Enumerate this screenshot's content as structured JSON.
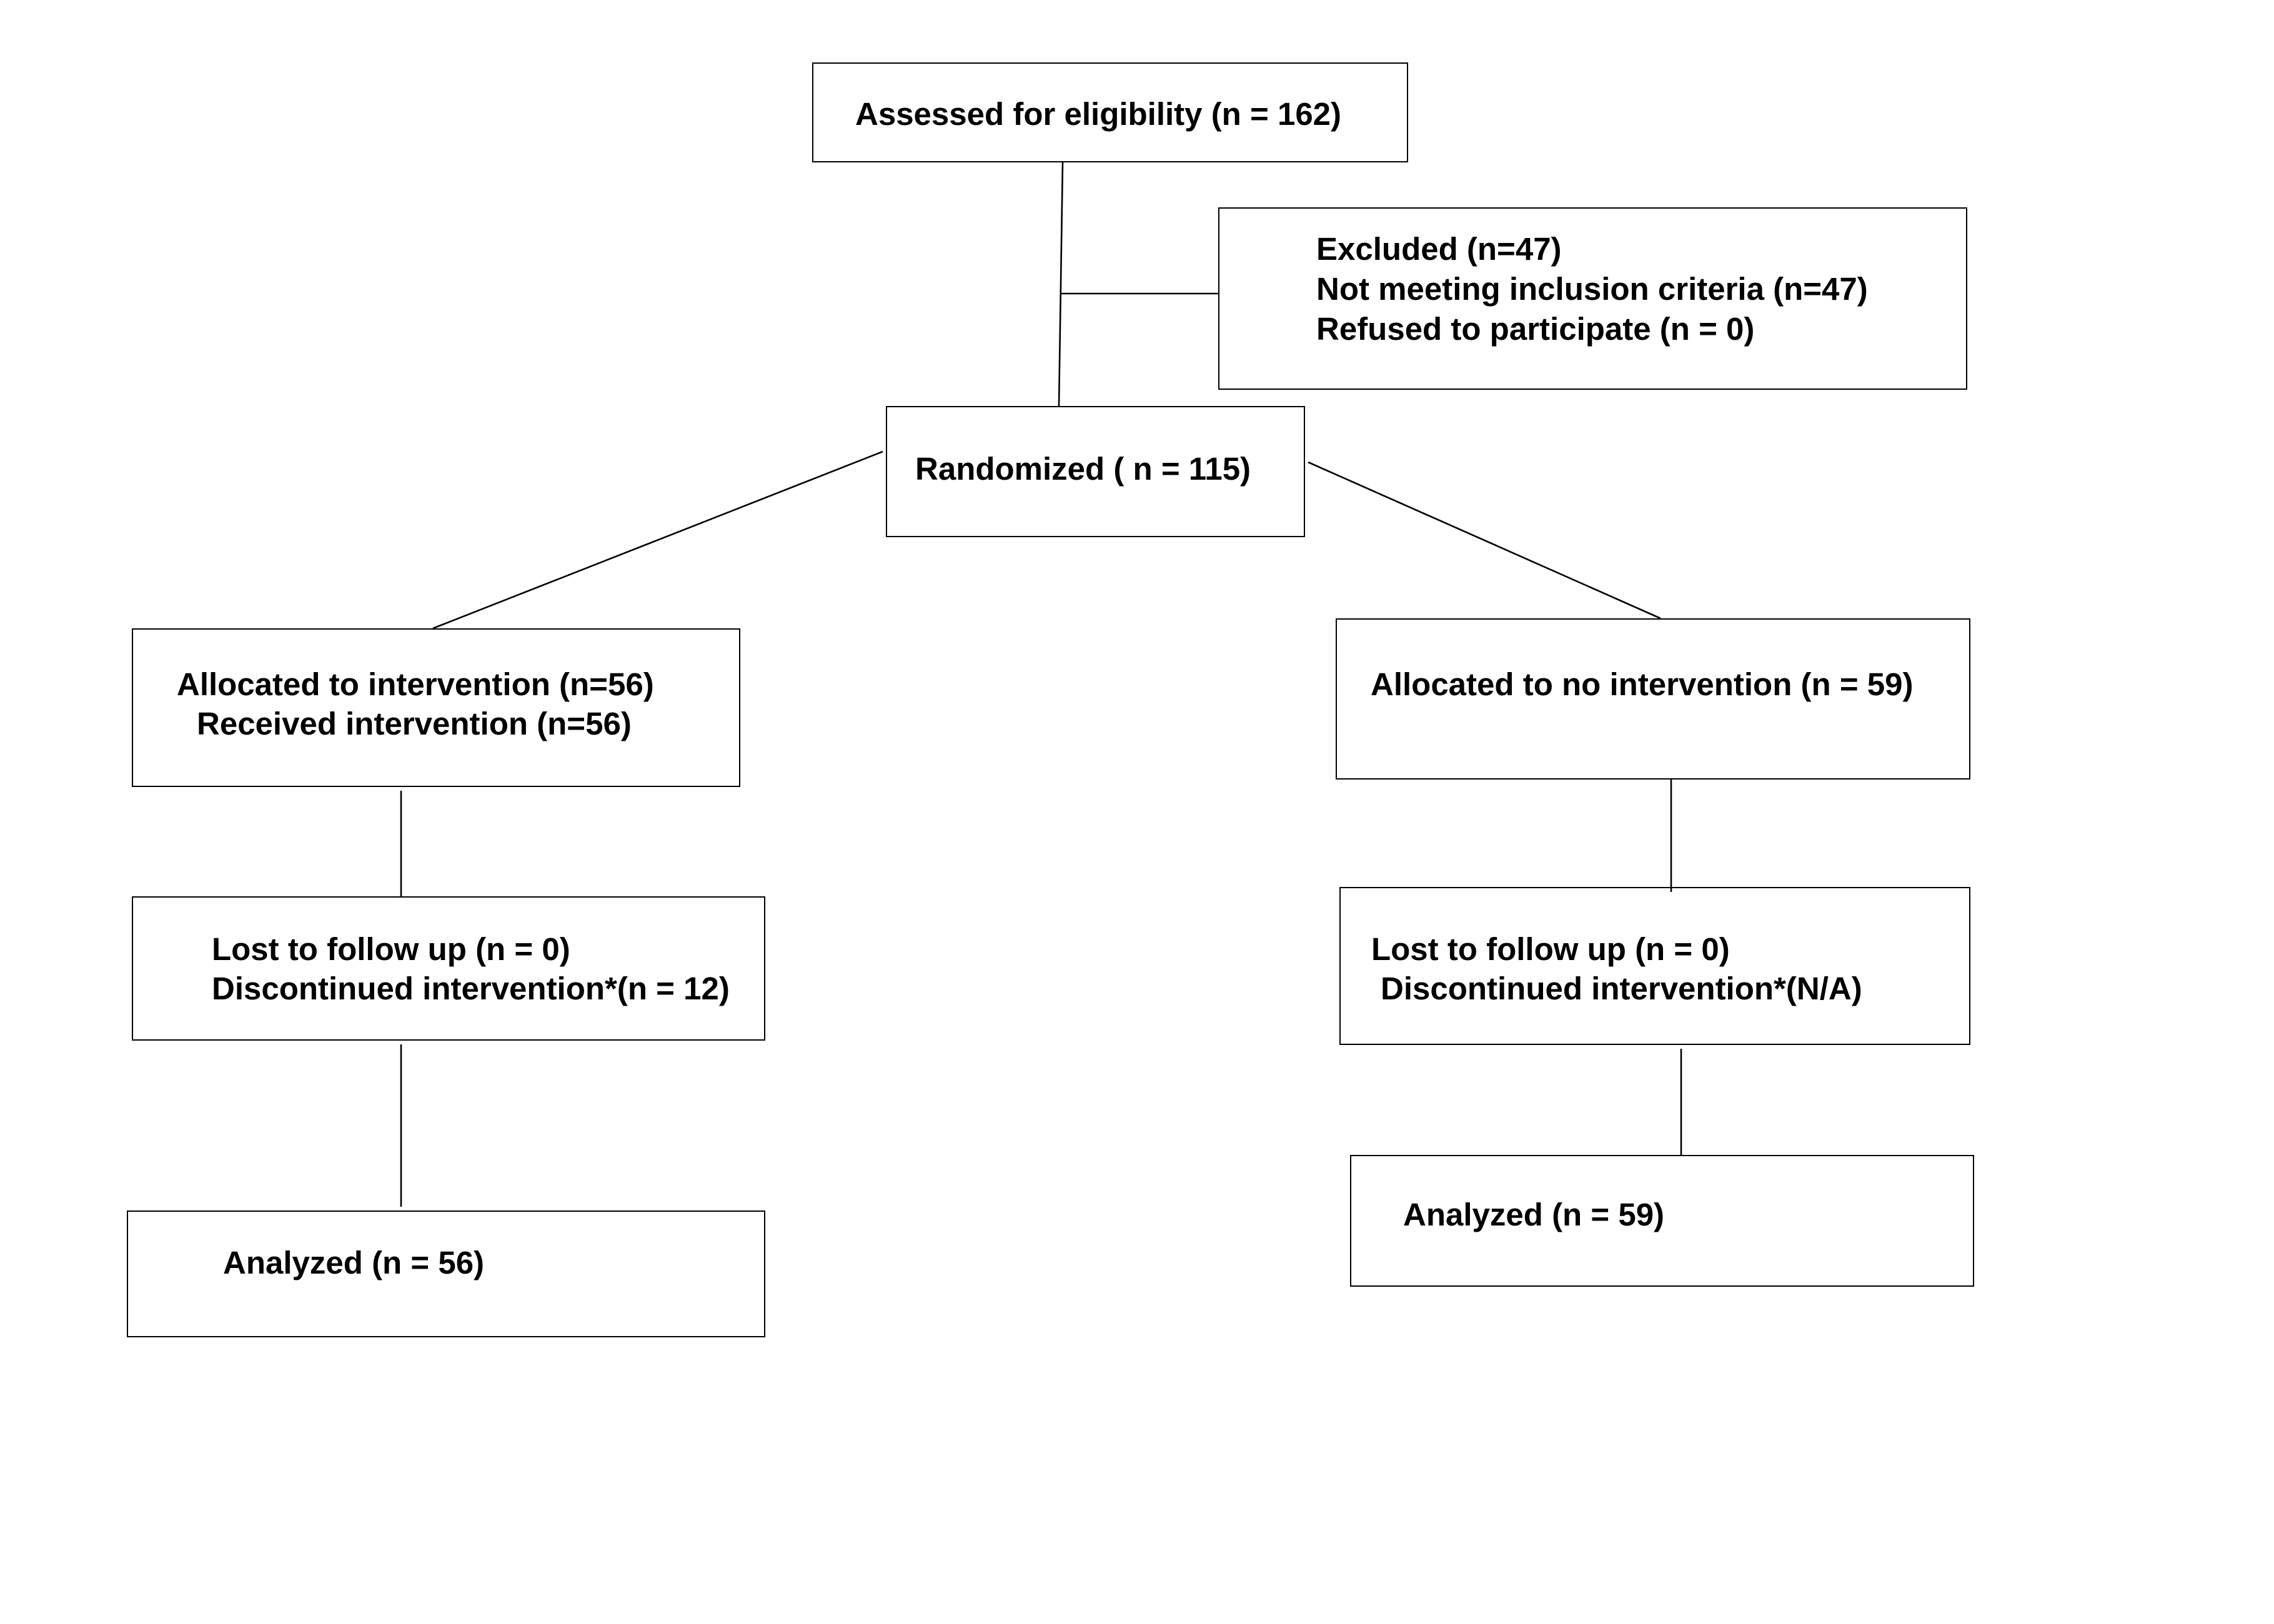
{
  "flowchart": {
    "assessed": {
      "text": "Assessed for eligibility (n = 162)"
    },
    "excluded": {
      "lines": [
        "Excluded (n=47)",
        "Not meeting inclusion criteria (n=47)",
        "Refused to participate (n = 0)"
      ]
    },
    "randomized": {
      "text": "Randomized ( n = 115)"
    },
    "intervention_arm": {
      "allocation": [
        "Allocated to intervention (n=56)",
        "Received intervention (n=56)"
      ],
      "follow_up": [
        "Lost to follow up (n = 0)",
        "Discontinued intervention*(n = 12)"
      ],
      "analysis": "Analyzed (n = 56)"
    },
    "control_arm": {
      "allocation": [
        "Allocated to no intervention (n = 59)"
      ],
      "follow_up": [
        "Lost to follow up (n = 0)",
        "Discontinued intervention*(N/A)"
      ],
      "analysis": "Analyzed (n = 59)"
    }
  }
}
